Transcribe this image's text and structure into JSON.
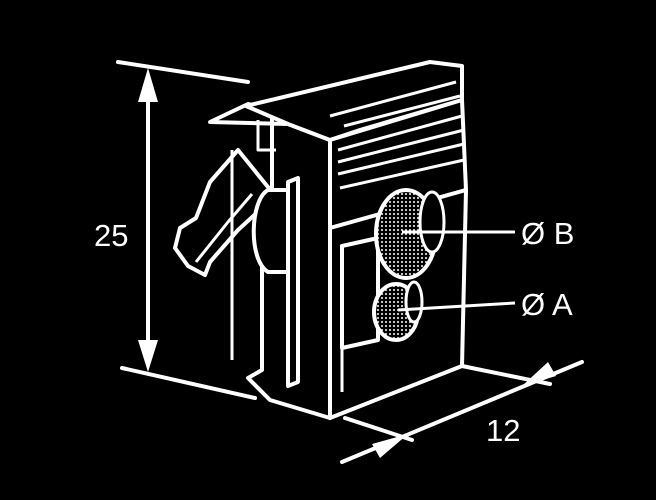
{
  "figure": {
    "type": "technical line drawing",
    "subject": "cage nut clip",
    "colors": {
      "background": "#000000",
      "line": "#ffffff"
    }
  },
  "dimensions": {
    "height": {
      "label": "25"
    },
    "width": {
      "label": "12"
    }
  },
  "callouts": {
    "b": {
      "label": "Ø B"
    },
    "a": {
      "label": "Ø A"
    }
  }
}
